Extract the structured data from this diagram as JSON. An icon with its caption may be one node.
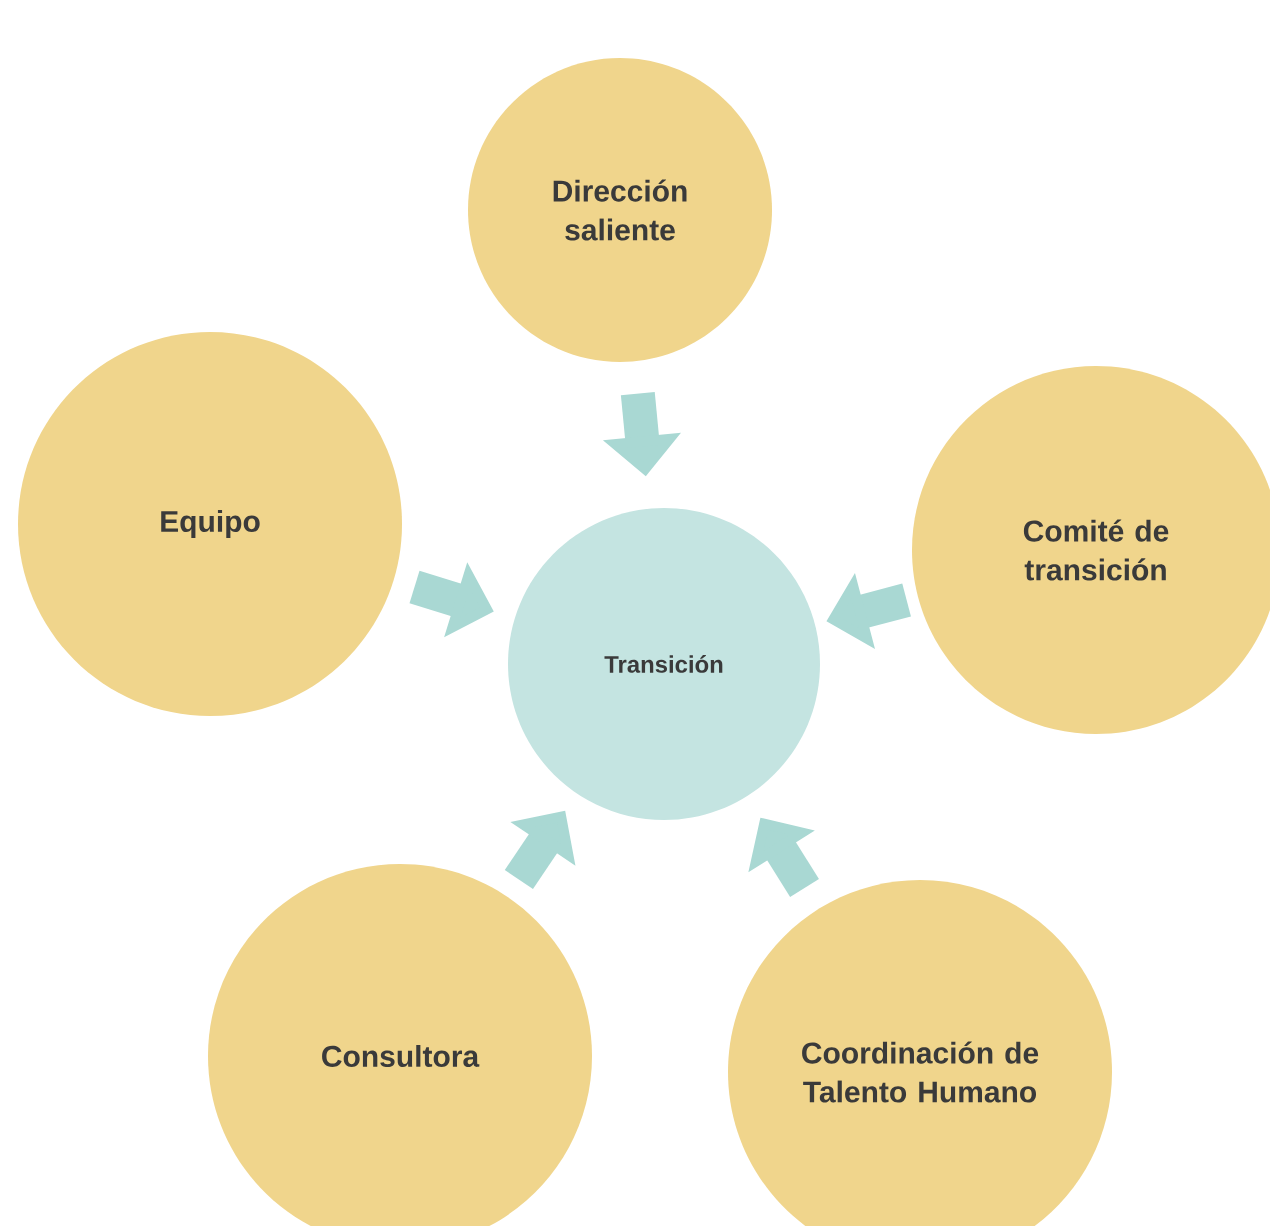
{
  "diagram": {
    "nodes": [
      {
        "text": [
          "Dirección saliente"
        ]
      },
      {
        "text": [
          "Equipo"
        ]
      },
      {
        "text": [
          "Comité de transición"
        ]
      },
      {
        "text": [
          "Transición"
        ]
      },
      {
        "text": [
          "Consultora"
        ]
      },
      {
        "text": [
          "Coordinación de Talento Humano"
        ]
      }
    ],
    "edges": [
      {
        "from": 0,
        "to": 3,
        "arrow": "to"
      },
      {
        "from": 1,
        "to": 3,
        "arrow": "to"
      },
      {
        "from": 2,
        "to": 3,
        "arrow": "to"
      },
      {
        "from": 4,
        "to": 3,
        "arrow": "to"
      },
      {
        "from": 5,
        "to": 3,
        "arrow": "to"
      }
    ]
  }
}
